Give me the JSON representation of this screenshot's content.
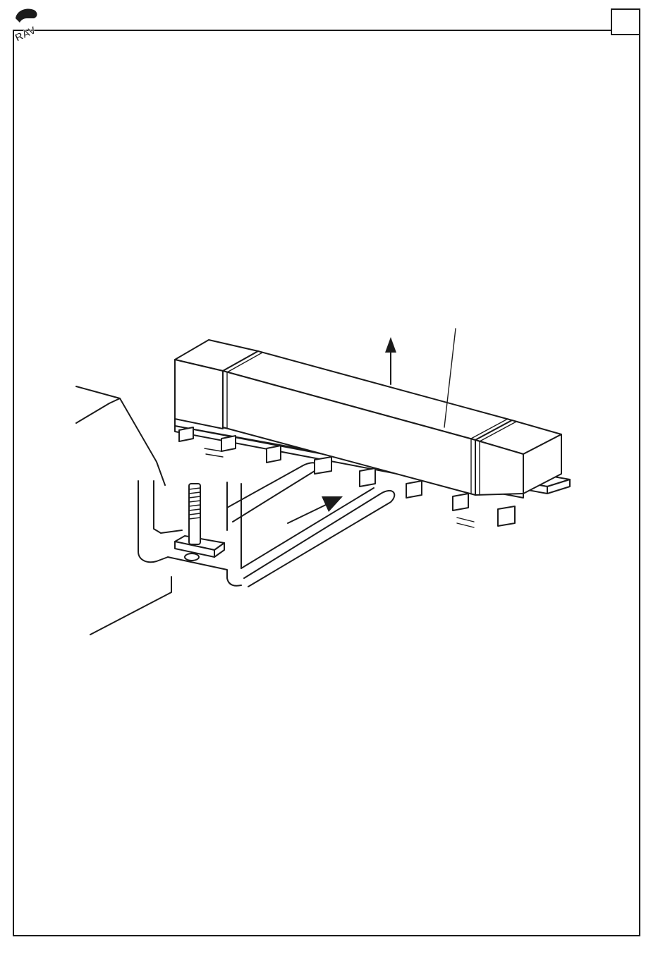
{
  "header": {
    "logo_text": "RAV",
    "page_number": ""
  },
  "diagram": {
    "nodes": [
      {
        "id": "crate",
        "label": ""
      },
      {
        "id": "pallet",
        "label": ""
      },
      {
        "id": "forklift",
        "label": ""
      }
    ],
    "arrows": [
      {
        "id": "lift-direction",
        "label": ""
      },
      {
        "id": "insert-direction",
        "label": ""
      }
    ]
  },
  "colors": {
    "line": "#1a1a1a",
    "paper": "#ffffff"
  }
}
